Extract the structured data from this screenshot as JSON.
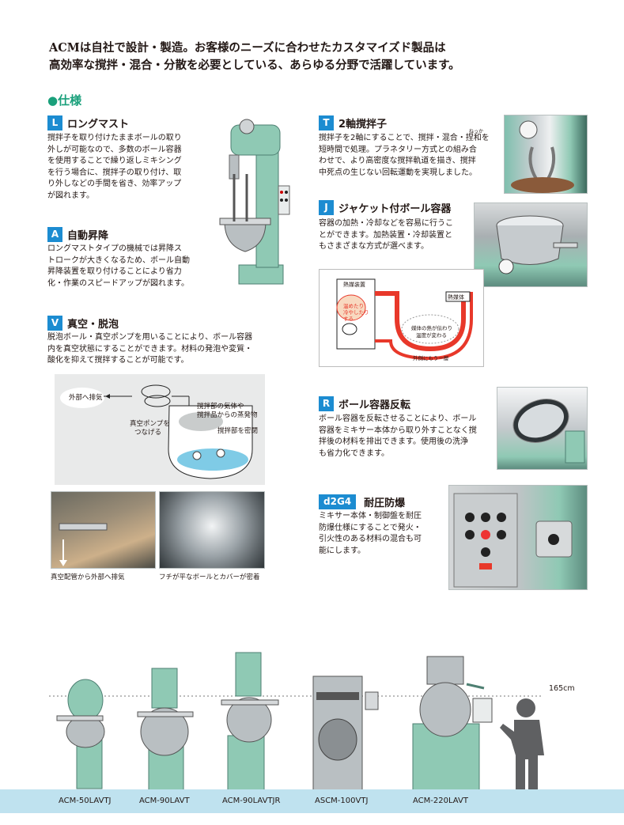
{
  "intro": {
    "line1": "ACMは自社で設計・製造。お客様のニーズに合わせたカスタマイズド製品は",
    "line2": "高効率な撹拌・混合・分散を必要としている、あらゆる分野で活躍しています。"
  },
  "spec_heading": "●仕様",
  "sections": {
    "L": {
      "badge": "L",
      "title": "ロングマスト",
      "lines": [
        "撹拌子を取り付けたままボールの取り",
        "外しが可能なので、多数のボール容器",
        "を使用することで繰り返しミキシング",
        "を行う場合に、撹拌子の取り付け、取",
        "り外しなどの手間を省き、効率アップ",
        "が図れます。"
      ]
    },
    "A": {
      "badge": "A",
      "title": "自動昇降",
      "lines": [
        "ロングマストタイプの機械では昇降ス",
        "トロークが大きくなるため、ボール自動",
        "昇降装置を取り付けることにより省力",
        "化・作業のスピードアップが図れます。"
      ]
    },
    "V": {
      "badge": "V",
      "title": "真空・脱泡",
      "lines": [
        "脱泡ボール・真空ポンプを用いることにより、ボール容器",
        "内を真空状態にすることができます。材料の発泡や変質・",
        "酸化を抑えて撹拌することが可能です。"
      ]
    },
    "T": {
      "badge": "T",
      "title": "2軸撹拌子",
      "ruby": "ねっか",
      "lines": [
        "撹拌子を2軸にすることで、撹拌・混合・捏和を",
        "短時間で処理。プラネタリー方式との組み合",
        "わせで、より高密度な撹拌軌道を描き、撹拌",
        "中死点の生じない回転運動を実現しました。"
      ]
    },
    "J": {
      "badge": "J",
      "title": "ジャケット付ボール容器",
      "lines": [
        "容器の加熱・冷却などを容易に行うこ",
        "とができます。加熱装置・冷却装置と",
        "もさまざまな方式が選べます。"
      ]
    },
    "R": {
      "badge": "R",
      "title": "ボール容器反転",
      "lines": [
        "ボール容器を反転させることにより、ボール",
        "容器をミキサー本体から取り外すことなく撹",
        "拌後の材料を排出できます。使用後の洗浄",
        "も省力化できます。"
      ]
    },
    "D": {
      "badge": "d2G4",
      "title": "耐圧防爆",
      "lines": [
        "ミキサー本体・制御盤を耐圧",
        "防爆仕様にすることで発火・",
        "引火性のある材料の混合も可",
        "能にします。"
      ]
    }
  },
  "vacuum_diagram": {
    "exhaust": "外部へ排気",
    "pump": [
      "真空ポンプを",
      "つなげる"
    ],
    "vapor": [
      "撹拌部の気体や",
      "撹拌品からの蒸発物"
    ],
    "sealed": "撹拌部を密閉"
  },
  "jacket_diagram": {
    "heater": "熱媒装置",
    "medium": "熱媒体",
    "warm": [
      "温めたり",
      "冷やしたり",
      "する"
    ],
    "transfer": [
      "媒体の熱が伝わり",
      "温度が変わる"
    ],
    "outer": "外側にもう一層"
  },
  "captions": {
    "pipe": "真空配管から外部へ排気",
    "lid": "フチが平なボールとカバーが密着"
  },
  "height_marker": "165cm",
  "models": [
    "ACM-50LAVTJ",
    "ACM-90LAVT",
    "ACM-90LAVTJR",
    "ASCM-100VTJ",
    "ACM-220LAVT"
  ],
  "colors": {
    "badge": "#1c8cd1",
    "spec_heading": "#1aa07b",
    "machine_green": "#8fc9b4",
    "machine_dark": "#4e7f72",
    "stainless": "#b9bfc2",
    "band": "#bfe2ef",
    "jacket_red": "#e8382a"
  }
}
